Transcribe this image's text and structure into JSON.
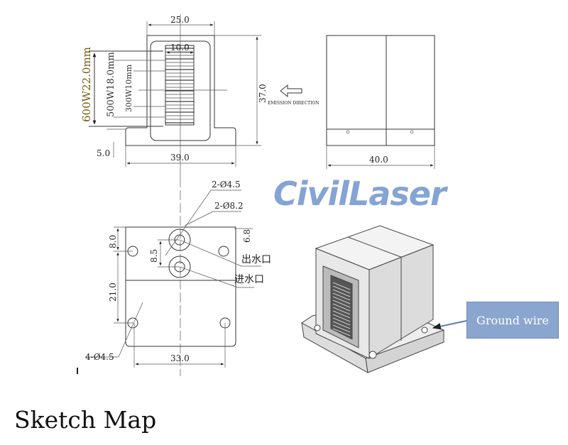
{
  "front_view": {
    "dim_top": "25.0",
    "dim_bar_width": "10.0",
    "dim_height": "37.0",
    "dim_base": "39.0",
    "dim_flange": "5.0",
    "label_600w": "600W22.0mm",
    "label_500w": "500W18.0mm",
    "label_300w": "300W10mm"
  },
  "side_view": {
    "emission_label": "EMISSION DIRECTION",
    "dim_width": "40.0"
  },
  "bottom_view": {
    "hole_small": "2-Ø4.5",
    "hole_large": "2-Ø8.2",
    "dim_6_8": "6.8",
    "dim_8_5": "8.5",
    "dim_8_0": "8.0",
    "dim_21_0": "21.0",
    "dim_33_0": "33.0",
    "mount_holes": "4-Ø4.5",
    "water_outlet": "出水口",
    "water_inlet": "进水口"
  },
  "watermark": "CivilLaser",
  "callout": "Ground wire",
  "title": "Sketch Map"
}
